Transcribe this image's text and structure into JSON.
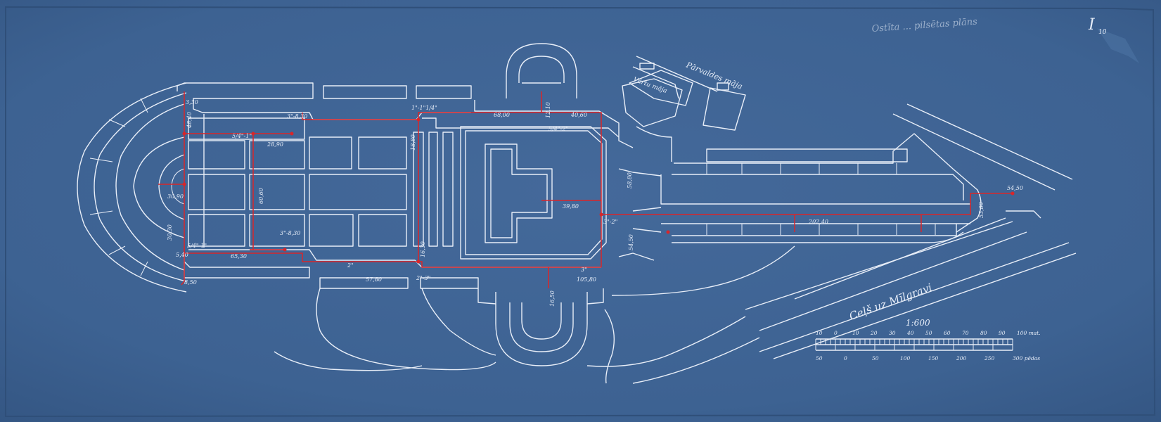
{
  "sheet": {
    "paper_color": "#3f6596",
    "line_color": "#e8eef8",
    "pipe_color": "#d8262a",
    "title": "Ostīta ... pilsētas plāns",
    "sheet_number": "I",
    "sheet_number_sub": "10",
    "building_label_1": "Pārvaldes māja",
    "building_label_2": "Vārtu māja",
    "road_label": "Ceļš uz Mīlgravi",
    "scale_ratio": "1:600"
  },
  "scale_bar": {
    "top_ticks": [
      "10",
      "0",
      "10",
      "20",
      "30",
      "40",
      "50",
      "60",
      "70",
      "80",
      "90",
      "100 mat."
    ],
    "bottom_ticks": [
      "50",
      "0",
      "50",
      "100",
      "150",
      "200",
      "250",
      "300 pēdas"
    ]
  },
  "dimensions": [
    {
      "id": "d1",
      "text": "3,30"
    },
    {
      "id": "d2",
      "text": "48,40"
    },
    {
      "id": "d3",
      "text": "5/4\"-1\""
    },
    {
      "id": "d4",
      "text": "28,90"
    },
    {
      "id": "d5",
      "text": "3\"-8,30"
    },
    {
      "id": "d6",
      "text": "30,90"
    },
    {
      "id": "d7",
      "text": "60,60"
    },
    {
      "id": "d8",
      "text": "30,30"
    },
    {
      "id": "d9",
      "text": "5/4\"-1\""
    },
    {
      "id": "d10",
      "text": "3\"-8,30"
    },
    {
      "id": "d11",
      "text": "5,40"
    },
    {
      "id": "d12",
      "text": "65,30"
    },
    {
      "id": "d13",
      "text": "8,50"
    },
    {
      "id": "d14",
      "text": "1\"-1\"1/4\""
    },
    {
      "id": "d15",
      "text": "68,00"
    },
    {
      "id": "d16",
      "text": "40,60"
    },
    {
      "id": "d17",
      "text": "12,10"
    },
    {
      "id": "d18",
      "text": "5/4\"-2\""
    },
    {
      "id": "d19",
      "text": "18,80"
    },
    {
      "id": "d20",
      "text": "39,80"
    },
    {
      "id": "d21",
      "text": "58,80"
    },
    {
      "id": "d22",
      "text": "3\"-2\""
    },
    {
      "id": "d23",
      "text": "54,50"
    },
    {
      "id": "d24",
      "text": "202,40"
    },
    {
      "id": "d25",
      "text": "53,80"
    },
    {
      "id": "d26",
      "text": "54,50"
    },
    {
      "id": "d27",
      "text": "57,80"
    },
    {
      "id": "d28",
      "text": "2\"-3\""
    },
    {
      "id": "d29",
      "text": "105,80"
    },
    {
      "id": "d30",
      "text": "16,50"
    },
    {
      "id": "d31",
      "text": "16,30"
    },
    {
      "id": "d32",
      "text": "2\""
    },
    {
      "id": "d33",
      "text": "3\""
    }
  ]
}
